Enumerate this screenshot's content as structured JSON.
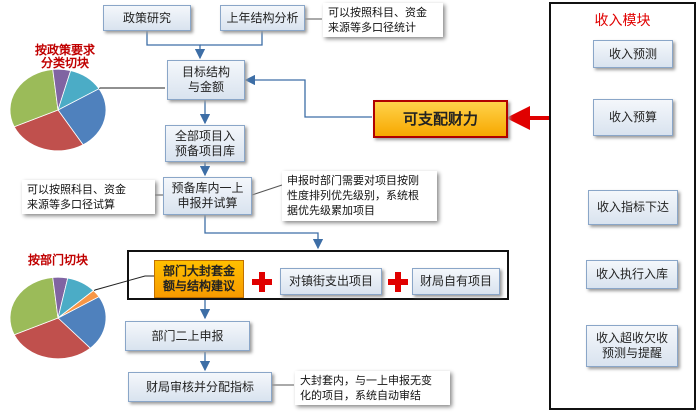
{
  "left_flow": {
    "policy_research": "政策研究",
    "prev_year_analysis": "上年结构分析",
    "target_structure": "目标结构\n与金额",
    "all_projects": "全部项目入\n预备项目库",
    "prelim_declare": "预备库内一上\n申报并试算",
    "dept_envelope": "部门大封套金\n额与结构建议",
    "town_street": "对镇街支出项目",
    "finance_own": "财局自有项目",
    "second_declare": "部门二上申报",
    "finance_review": "财局审核并分配指标"
  },
  "notes": {
    "note_top": "可以按照科目、资金\n来源等多口径统计",
    "note_left": "可以按照科目、资金\n来源等多口径试算",
    "note_declare": "申报时部门需要对项目按刚\n性度排列优先级别，系统根\n据优先级累加项目",
    "note_bottom": "大封套内，与一上申报无变\n化的项目，系统自动审结"
  },
  "center": {
    "disposable": "可支配财力"
  },
  "pie_labels": {
    "policy": "按政策要求\n分类切块",
    "dept": "按部门切块"
  },
  "income_module": {
    "title": "收入模块",
    "steps": [
      "收入预测",
      "收入预算",
      "收入指标下达",
      "收入执行入库",
      "收入超收欠收\n预测与提醒"
    ]
  },
  "colors": {
    "pie": [
      "#4f81bd",
      "#c0504d",
      "#9bbb59",
      "#8064a2",
      "#4bacc6",
      "#f79646"
    ]
  }
}
